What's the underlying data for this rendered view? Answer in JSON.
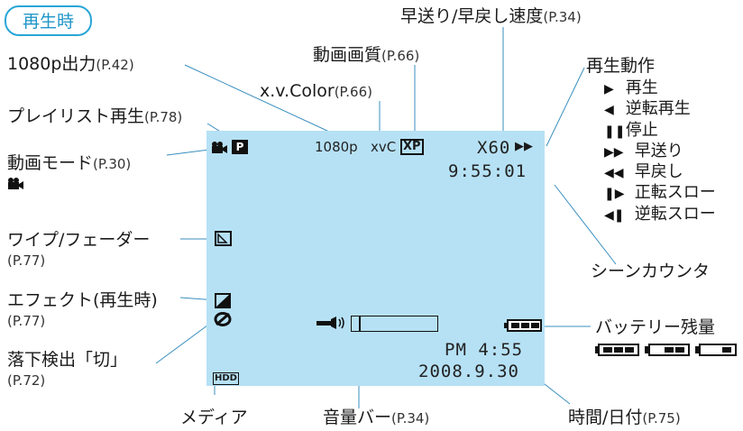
{
  "mode_label": "再生時",
  "labels": {
    "output_1080p": "1080p出力",
    "output_1080p_ref": "(P.42)",
    "playlist": "プレイリスト再生",
    "playlist_ref": "(P.78)",
    "video_mode": "動画モード",
    "video_mode_ref": "(P.30)",
    "wipe_fader": "ワイプ/フェーダー",
    "wipe_fader_ref": "(P.77)",
    "effect": "エフェクト(再生時)",
    "effect_ref": "(P.77)",
    "drop_detect": "落下検出「切」",
    "drop_detect_ref": "(P.72)",
    "media": "メディア",
    "volume_bar": "音量バー",
    "volume_bar_ref": "(P.34)",
    "datetime": "時間/日付",
    "datetime_ref": "(P.75)",
    "battery": "バッテリー残量",
    "scene_counter": "シーンカウンタ",
    "speed": "早送り/早戻し速度",
    "speed_ref": "(P.34)",
    "quality": "動画画質",
    "quality_ref": "(P.66)",
    "xvcolor": "x.v.Color",
    "xvcolor_ref": "(P.66)",
    "playback_action": "再生動作"
  },
  "playback_actions": [
    {
      "symbol": "▶",
      "label": "再生"
    },
    {
      "symbol": "◀",
      "label": "逆転再生"
    },
    {
      "symbol": "❚❚",
      "label": "停止"
    },
    {
      "symbol": "▶▶",
      "label": "早送り"
    },
    {
      "symbol": "◀◀",
      "label": "早戻し"
    },
    {
      "symbol": "❚▶",
      "label": "正転スロー"
    },
    {
      "symbol": "◀❚",
      "label": "逆転スロー"
    }
  ],
  "osd": {
    "playlist_badge": "P",
    "res": "1080p",
    "xvc": "xvC",
    "xp": "XP",
    "speed": "X60",
    "speed_icon": "▶▶",
    "counter": "9:55:01",
    "time": "PM 4:55",
    "date": "2008.9.30",
    "media_badge": "HDD"
  },
  "icons": {
    "video": "camera-icon",
    "wipe": "wipe-icon",
    "effect": "effect-icon",
    "drop": "drop-detect-off-icon",
    "speaker": "speaker-icon",
    "battery": "battery-icon"
  },
  "colors": {
    "screen": "#b6e1f5",
    "accent": "#1e95c8"
  }
}
